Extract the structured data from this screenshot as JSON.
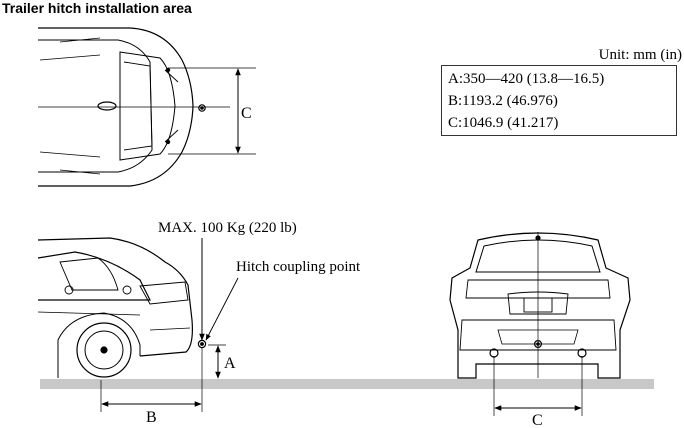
{
  "title": "Trailer hitch installation area",
  "unit": "Unit: mm (in)",
  "specs": [
    "A:350—420 (13.8—16.5)",
    "B:1193.2 (46.976)",
    "C:1046.9 (41.217)"
  ],
  "labels": {
    "top_c": "C",
    "max_load": "MAX. 100 Kg (220 lb)",
    "hitch_point": "Hitch coupling point",
    "side_a": "A",
    "side_b": "B",
    "rear_c": "C"
  }
}
